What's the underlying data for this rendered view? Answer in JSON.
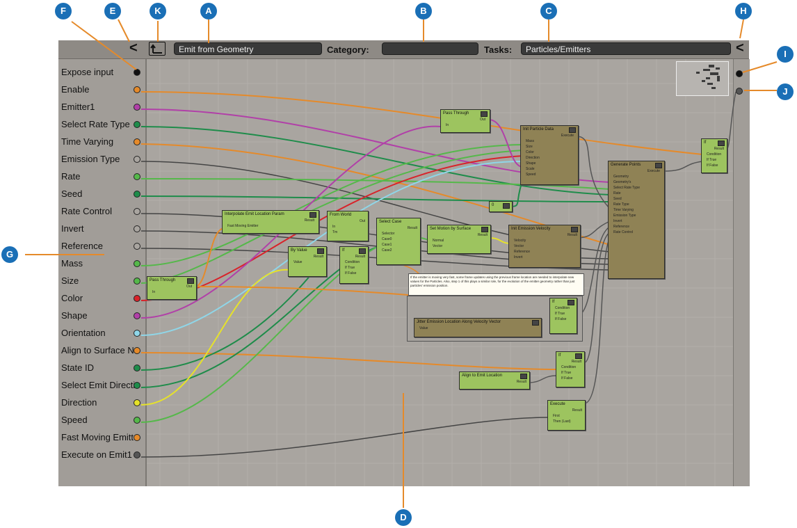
{
  "toolbar": {
    "node_name": "Emit from Geometry",
    "category_label": "Category:",
    "category_value": "",
    "tasks_label": "Tasks:",
    "tasks_value": "Particles/Emitters"
  },
  "callouts": {
    "A": "A",
    "B": "B",
    "C": "C",
    "D": "D",
    "E": "E",
    "F": "F",
    "G": "G",
    "H": "H",
    "I": "I",
    "J": "J",
    "K": "K"
  },
  "input_ports": [
    {
      "label": "Expose input",
      "color": "#111111"
    },
    {
      "label": "Enable",
      "color": "#e58a2a"
    },
    {
      "label": "Emitter1",
      "color": "#b140a8"
    },
    {
      "label": "Select Rate Type",
      "color": "#1e8c4a"
    },
    {
      "label": "Time Varying",
      "color": "#e58a2a"
    },
    {
      "label": "Emission Type",
      "color": "#a9a5a0"
    },
    {
      "label": "Rate",
      "color": "#55b84a"
    },
    {
      "label": "Seed",
      "color": "#1e8c4a"
    },
    {
      "label": "Rate Control",
      "color": "#a9a5a0"
    },
    {
      "label": "Invert",
      "color": "#a9a5a0"
    },
    {
      "label": "Reference",
      "color": "#a9a5a0"
    },
    {
      "label": "Mass",
      "color": "#55b84a"
    },
    {
      "label": "Size",
      "color": "#55b84a"
    },
    {
      "label": "Color",
      "color": "#d8232a"
    },
    {
      "label": "Shape",
      "color": "#b140a8"
    },
    {
      "label": "Orientation",
      "color": "#8fd6e8"
    },
    {
      "label": "Align to Surface Nor",
      "color": "#e58a2a"
    },
    {
      "label": "State ID",
      "color": "#1e8c4a"
    },
    {
      "label": "Select Emit Direction",
      "color": "#1e8c4a"
    },
    {
      "label": "Direction",
      "color": "#e6e22a"
    },
    {
      "label": "Speed",
      "color": "#55b84a"
    },
    {
      "label": "Fast Moving Emitter",
      "color": "#e58a2a"
    },
    {
      "label": "Execute on Emit1",
      "color": "#555555"
    }
  ],
  "nodes": {
    "pass_through_top": {
      "title": "Pass Through",
      "ports": [
        "In",
        "Out"
      ]
    },
    "init_particle_data": {
      "title": "Init Particle Data",
      "ports": [
        "Mass",
        "Size",
        "Color",
        "Direction",
        "Shape",
        "Scale",
        "Speed",
        "Execute"
      ]
    },
    "generate_points": {
      "title": "Generate Points",
      "ports": [
        "Geometry",
        "Seed",
        "Rate",
        "Geometry's",
        "Select Rate Type",
        "Rate Type",
        "Execute",
        "Time Varying",
        "Emission Type",
        "Invert",
        "Reference",
        "Rate Control"
      ]
    },
    "if_top_right": {
      "title": "If",
      "ports": [
        "Condition",
        "If True",
        "If False",
        "Result"
      ]
    },
    "interpolate": {
      "title": "Interpolate Emit Location Param",
      "ports": [
        "Result",
        "Fast Moving Emitter"
      ]
    },
    "from_world": {
      "title": "From World",
      "ports": [
        "Out",
        "In",
        "Tm"
      ]
    },
    "select_case": {
      "title": "Select Case",
      "ports": [
        "Selector",
        "Result",
        "Case0",
        "Case1",
        "Case2"
      ]
    },
    "by_value": {
      "title": "By Value",
      "ports": [
        "Result",
        "Value"
      ]
    },
    "zero_value": {
      "title": "0"
    },
    "set_direction": {
      "title": "Set Motion by Surface",
      "ports": [
        "Result",
        "Normal",
        "Vector"
      ]
    },
    "init_emission_velocity": {
      "title": "Init Emission Velocity",
      "ports": [
        "Result",
        "Velocity",
        "Vector",
        "Reference",
        "Invert"
      ]
    },
    "if_mid": {
      "title": "If",
      "ports": [
        "Condition",
        "If True",
        "If False",
        "Result"
      ]
    },
    "pass_through_left": {
      "title": "Pass Through",
      "ports": [
        "In",
        "Out"
      ]
    },
    "jitter": {
      "title": "Jitter Emission Location Along Velocity Vector",
      "ports": [
        "Value"
      ]
    },
    "if_group": {
      "title": "If",
      "ports": [
        "Condition",
        "If True",
        "If False"
      ]
    },
    "align_emit": {
      "title": "Align to Emit Location",
      "ports": [
        "Result"
      ]
    },
    "if_lower": {
      "title": "If",
      "ports": [
        "Condition",
        "If True",
        "If False",
        "Result"
      ]
    },
    "execute": {
      "title": "Execute",
      "ports": [
        "Result",
        "First",
        "Then (Last)"
      ]
    }
  },
  "note_text": "If the emitter is moving very fast, some frame updates using the previous frame location are needed to interpolate new values for the Particles. Also, step 1 of this plays a similar role, for the evolution of the emitter geometry rather than just particles' emission position.",
  "output_ports": [
    {
      "color": "#111111"
    },
    {
      "color": "#555555"
    }
  ],
  "colors": {
    "canvas": "#a9a5a0",
    "node_green": "#9dc45f",
    "node_olive": "#8f8255",
    "callout": "#1a6fb6",
    "callout_line": "#e58a2a"
  }
}
